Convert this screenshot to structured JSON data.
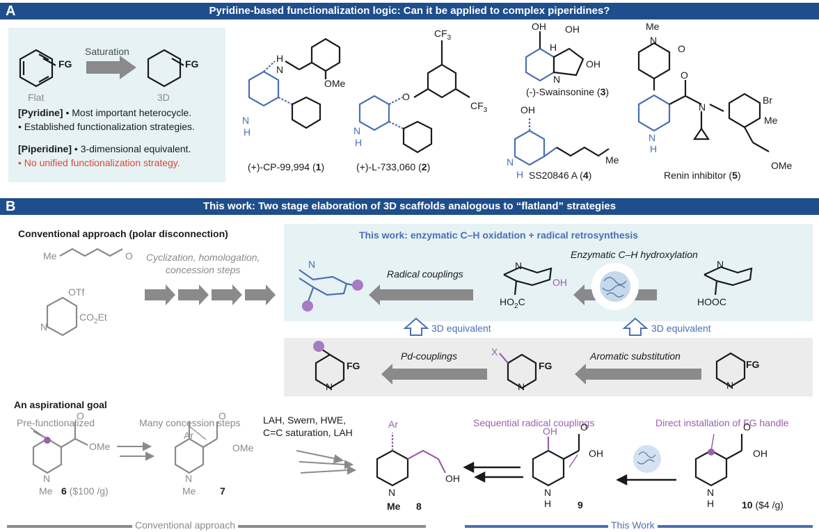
{
  "panel_a": {
    "letter": "A",
    "title": "Pyridine-based functionalization logic: Can it be applied to complex piperidines?",
    "saturation_label": "Saturation",
    "flat_label": "Flat",
    "threed_label": "3D",
    "fg": "FG",
    "pyridine_tag": "[Pyridine]",
    "pyridine_line1": " • Most important heterocycle.",
    "pyridine_line2": "• Established functionalization strategies.",
    "piperidine_tag": "[Piperidine]",
    "piperidine_line1": " • 3-dimensional equivalent.",
    "piperidine_line2": "• No unified functionalization strategy.",
    "compounds": {
      "c1_name": "(+)-CP-99,994 (",
      "c1_num": "1",
      "c2_name": "(+)-L-733,060 (",
      "c2_num": "2",
      "c3_name": "(-)-Swainsonine (",
      "c3_num": "3",
      "c4_name": "SS20846 A (",
      "c4_num": "4",
      "c5_name": "Renin inhibitor (",
      "c5_num": "5",
      "close": ")"
    },
    "atoms": {
      "H": "H",
      "N": "N",
      "NH": "N",
      "OMe": "OMe",
      "O": "O",
      "CF3": "CF",
      "three": "3",
      "OH": "OH",
      "Me": "Me",
      "Br": "Br"
    }
  },
  "panel_b": {
    "letter": "B",
    "title": "This work: Two stage elaboration of 3D scaffolds analogous to “flatland” strategies",
    "conventional_title": "Conventional approach (polar disconnection)",
    "cyclization_text": [
      "Cyclization, homologation,",
      "concession steps"
    ],
    "otf": "OTf",
    "co2et": "CO",
    "co2et_sub": "2",
    "co2et_tail": "Et",
    "this_work_title": "This work: enzymatic C–H oxidation + radical retrosynthesis",
    "radical_couplings": "Radical couplings",
    "enzymatic": "Enzymatic C–H hydroxylation",
    "three_d_equiv": "3D equivalent",
    "pd_couplings": "Pd-couplings",
    "aromatic_sub": "Aromatic substitution",
    "x_label": "X",
    "ho2c": "HO",
    "ho2c_sub": "2",
    "ho2c_tail": "C",
    "hooc": "HOOC",
    "aspirational": "An aspirational goal",
    "prefunctionalized": "Pre-functionalized",
    "many_steps": "Many concession steps",
    "reagents_line1": "LAH, Swern, HWE,",
    "reagents_line2": "C=C saturation, LAH",
    "seq_radical": "Sequential radical couplings",
    "direct_install": "Direct installation of FG handle",
    "c6_num": "6",
    "c6_price": " ($100 /g)",
    "c7_num": "7",
    "c8_num": "8",
    "c9_num": "9",
    "c10_num": "10",
    "c10_price": " ($4 /g)",
    "conventional_footer": "Conventional approach",
    "this_work_footer": "This Work",
    "Ar": "Ar"
  },
  "colors": {
    "header": "#1f4e8c",
    "blue": "#4a6fb5",
    "purple": "#9b5fae",
    "red": "#d9473a",
    "gray": "#8a8a8a",
    "light_box": "#e6f2f3",
    "gray_box": "#ececec"
  }
}
